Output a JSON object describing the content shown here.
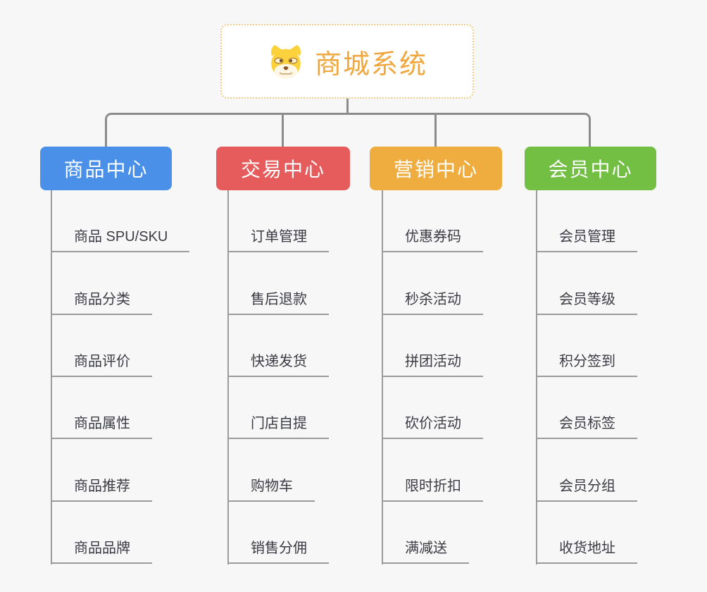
{
  "root": {
    "title": "商城系统",
    "icon": "doge-face-icon"
  },
  "branches": [
    {
      "label": "商品中心",
      "color": "#4a90e8",
      "items": [
        "商品 SPU/SKU",
        "商品分类",
        "商品评价",
        "商品属性",
        "商品推荐",
        "商品品牌"
      ]
    },
    {
      "label": "交易中心",
      "color": "#e65c5c",
      "items": [
        "订单管理",
        "售后退款",
        "快递发货",
        "门店自提",
        "购物车",
        "销售分佣"
      ]
    },
    {
      "label": "营销中心",
      "color": "#eead3e",
      "items": [
        "优惠券码",
        "秒杀活动",
        "拼团活动",
        "砍价活动",
        "限时折扣",
        "满减送"
      ]
    },
    {
      "label": "会员中心",
      "color": "#72bf44",
      "items": [
        "会员管理",
        "会员等级",
        "积分签到",
        "会员标签",
        "会员分组",
        "收货地址"
      ]
    }
  ],
  "colors": {
    "background": "#f7f7f7",
    "connector": "#8c8c8c",
    "child_line": "#9b9b9b",
    "root_text": "#efa73e",
    "root_border": "#f4ca85",
    "leaf_text": "#3b3b43",
    "branch_text": "#ffffff"
  }
}
